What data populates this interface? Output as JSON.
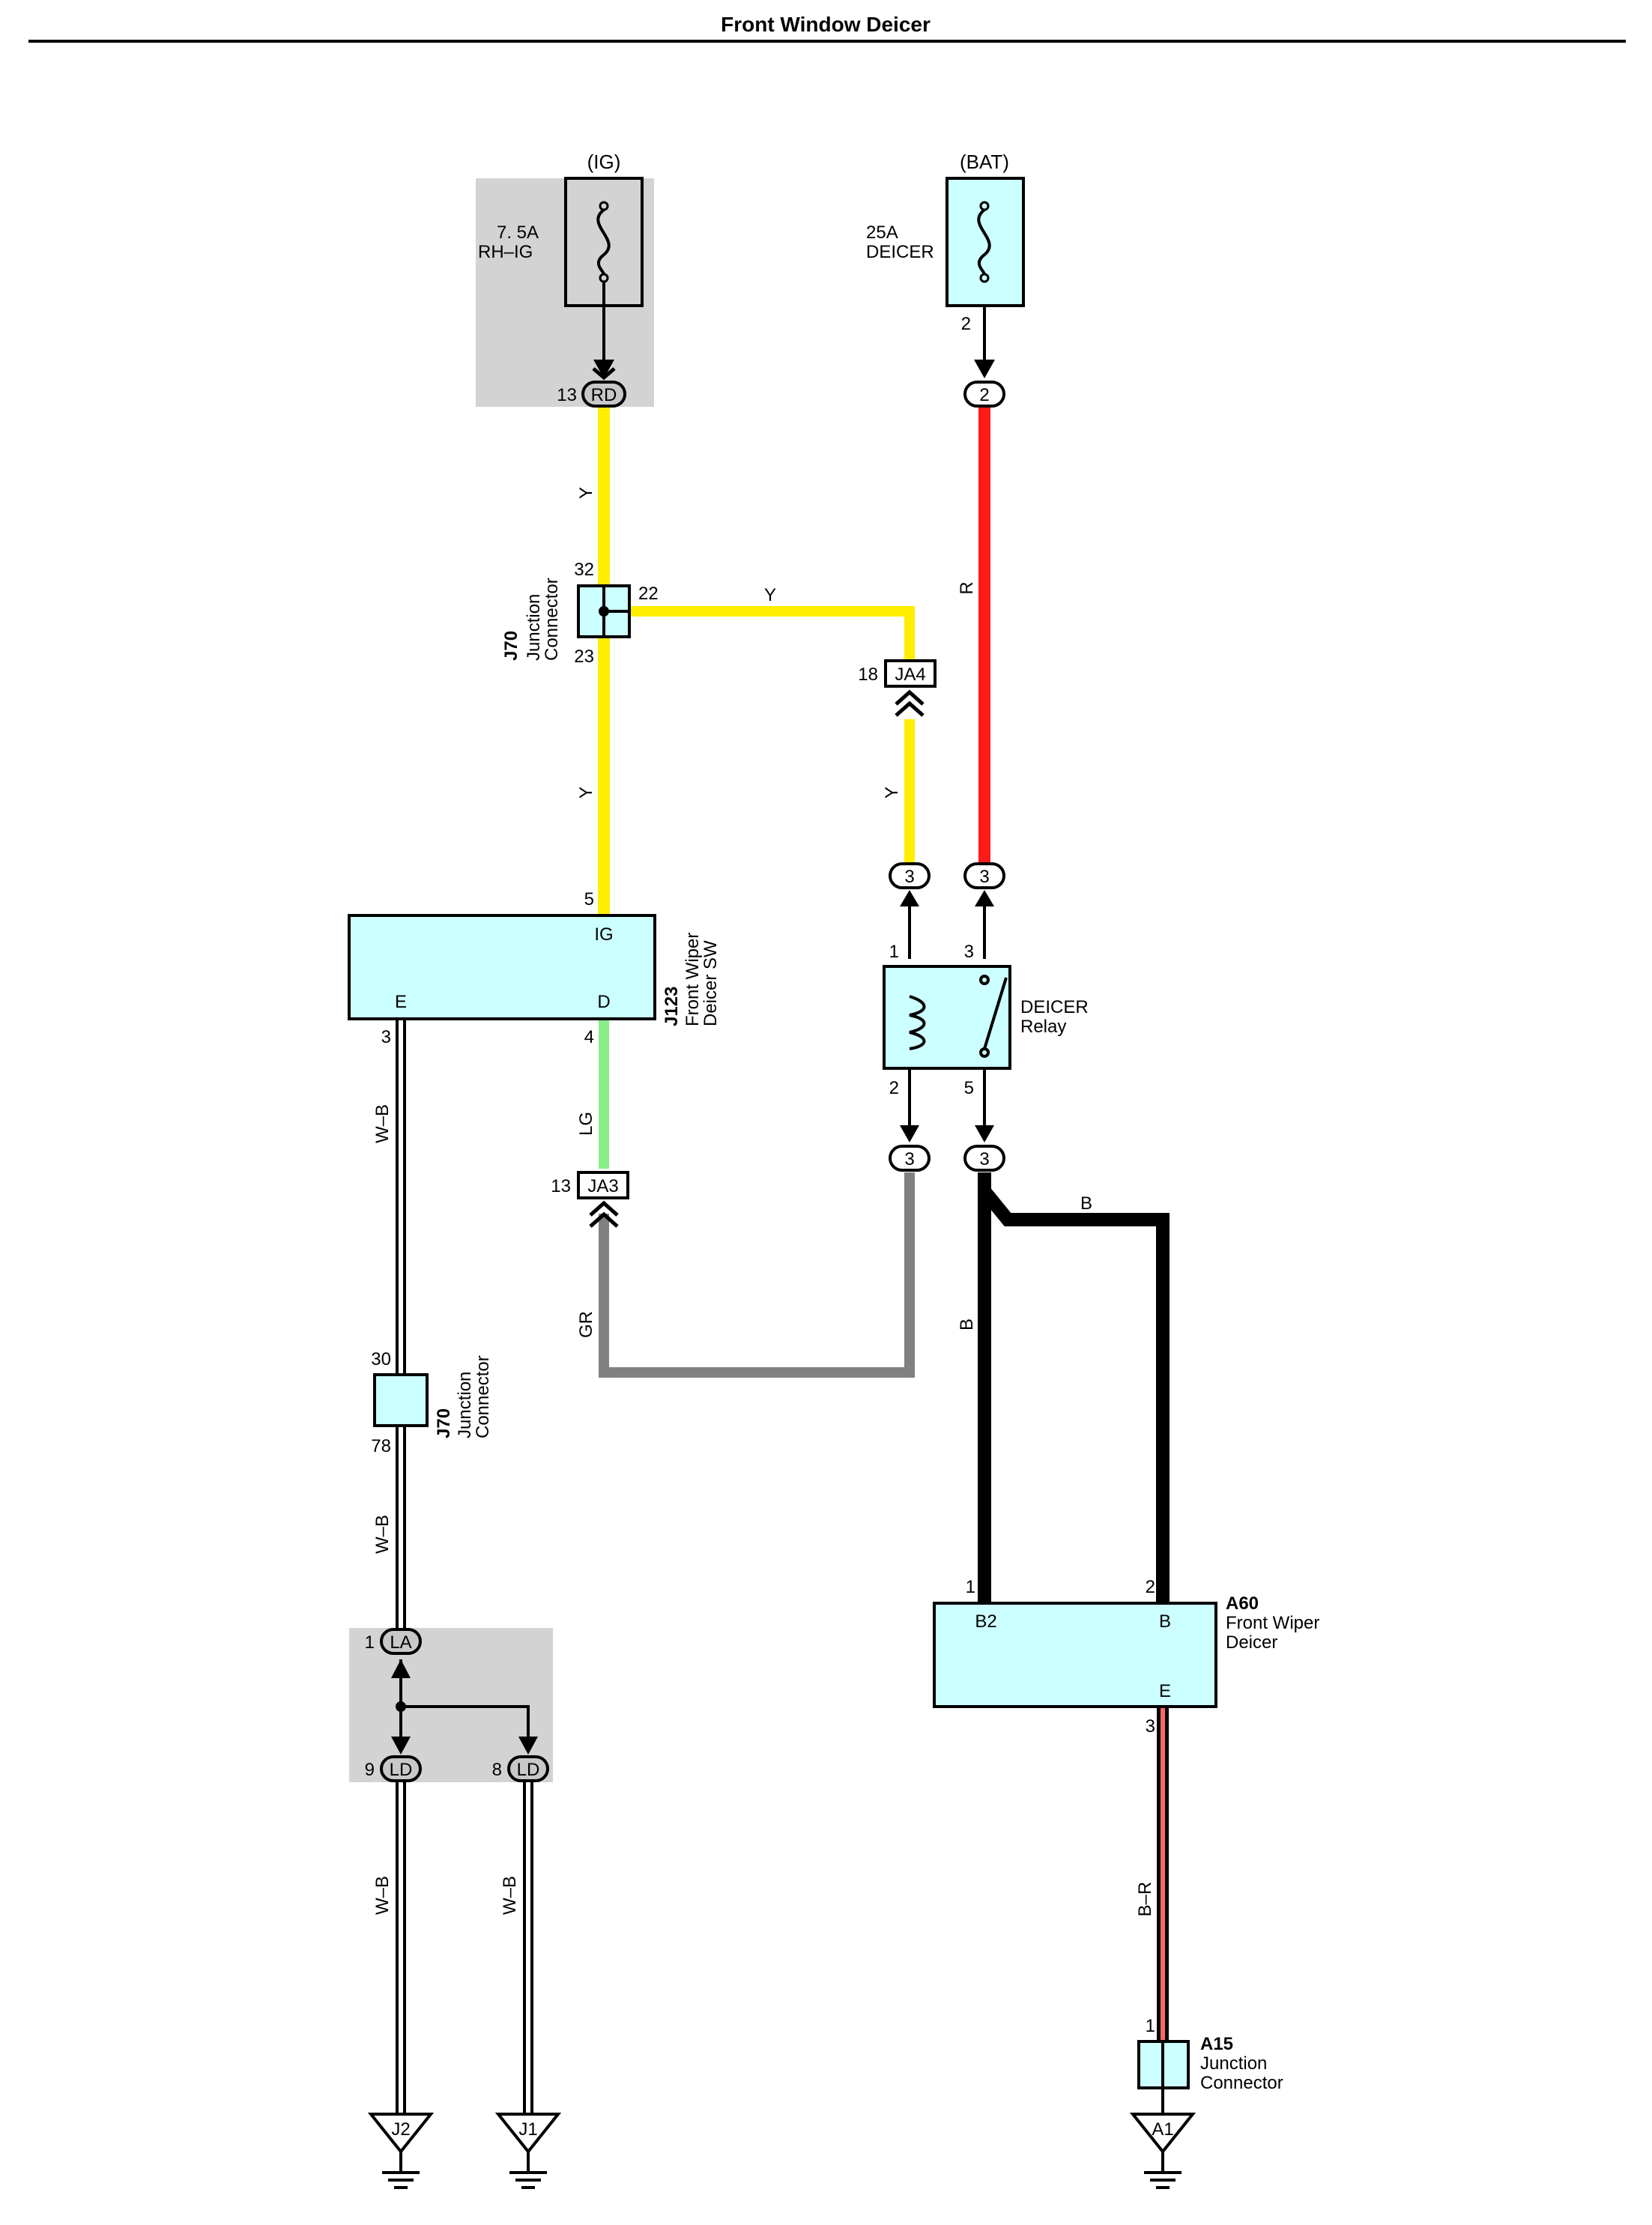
{
  "title": "Front Window Deicer",
  "colors": {
    "component_fill": "#ccffff",
    "wire_Y": "#ffee00",
    "wire_R": "#ff1a1a",
    "wire_LG": "#88ee88",
    "wire_GR": "#808080",
    "wire_B": "#000000",
    "shade": "#d3d3d3"
  },
  "power": {
    "ig": {
      "label": "(IG)",
      "fuse_rating": "7. 5A",
      "fuse_name": "RH–IG",
      "icon": "fuse-icon"
    },
    "bat": {
      "label": "(BAT)",
      "fuse_rating": "25A",
      "fuse_name": "DEICER",
      "pin": "2",
      "icon": "fuse-icon"
    }
  },
  "connectors": {
    "rd": {
      "code": "RD",
      "pin": "13"
    },
    "bat_in": {
      "code": "2"
    },
    "ja4": {
      "code": "JA4",
      "pin": "18"
    },
    "ja3": {
      "code": "JA3",
      "pin": "13"
    },
    "relay_top_left": {
      "code": "3"
    },
    "relay_top_right": {
      "code": "3"
    },
    "relay_bot_left": {
      "code": "3"
    },
    "relay_bot_right": {
      "code": "3"
    },
    "la": {
      "code": "LA",
      "pin": "1"
    },
    "ld_left": {
      "code": "LD",
      "pin": "9"
    },
    "ld_right": {
      "code": "LD",
      "pin": "8"
    }
  },
  "junctions": {
    "j70_top": {
      "id": "J70",
      "name_line1": "Junction",
      "name_line2": "Connector",
      "pin_in": "32",
      "pin_side": "22",
      "pin_out": "23"
    },
    "j70_bottom": {
      "id": "J70",
      "name_line1": "Junction",
      "name_line2": "Connector",
      "pin_in": "30",
      "pin_out": "78"
    },
    "a15": {
      "id": "A15",
      "name_line1": "Junction",
      "name_line2": "Connector",
      "pin": "1"
    }
  },
  "components": {
    "switch": {
      "id": "J123",
      "name_line1": "Front Wiper",
      "name_line2": "Deicer SW",
      "term_ig": "IG",
      "term_e": "E",
      "term_d": "D",
      "pin_ig": "5",
      "pin_e": "3",
      "pin_d": "4"
    },
    "relay": {
      "name_line1": "DEICER",
      "name_line2": "Relay",
      "pin1": "1",
      "pin2": "2",
      "pin3": "3",
      "pin5": "5",
      "icon_coil": "coil-icon",
      "icon_switch": "relay-switch-icon"
    },
    "deicer": {
      "id": "A60",
      "name_line1": "Front Wiper",
      "name_line2": "Deicer",
      "term_b2": "B2",
      "term_b": "B",
      "term_e": "E",
      "pin_b2": "1",
      "pin_b": "2",
      "pin_e": "3"
    }
  },
  "wire_labels": {
    "y1": "Y",
    "y_side": "Y",
    "y2": "Y",
    "y3": "Y",
    "r": "R",
    "lg": "LG",
    "gr": "GR",
    "b_top": "B",
    "b_vert": "B",
    "br": "B–R",
    "wb1": "W–B",
    "wb2": "W–B",
    "wb3": "W–B",
    "wb4": "W–B"
  },
  "grounds": {
    "j2": {
      "label": "J2",
      "icon": "ground-icon"
    },
    "j1": {
      "label": "J1",
      "icon": "ground-icon"
    },
    "a1": {
      "label": "A1",
      "icon": "ground-icon"
    }
  }
}
